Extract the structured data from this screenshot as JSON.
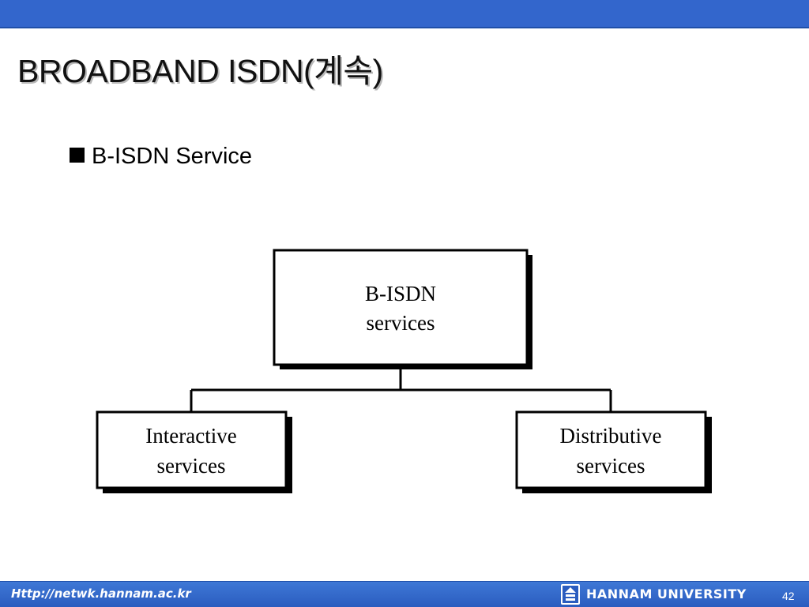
{
  "slide": {
    "title": "BROADBAND ISDN(계속)",
    "bullet": "B-ISDN Service"
  },
  "diagram": {
    "root": {
      "line1": "B-ISDN",
      "line2": "services"
    },
    "children": [
      {
        "line1": "Interactive",
        "line2": "services"
      },
      {
        "line1": "Distributive",
        "line2": "services"
      }
    ]
  },
  "footer": {
    "url": "Http://netwk.hannam.ac.kr",
    "university": "HANNAM UNIVERSITY",
    "page": "42"
  },
  "colors": {
    "bar": "#3366cc",
    "text": "#000000"
  }
}
